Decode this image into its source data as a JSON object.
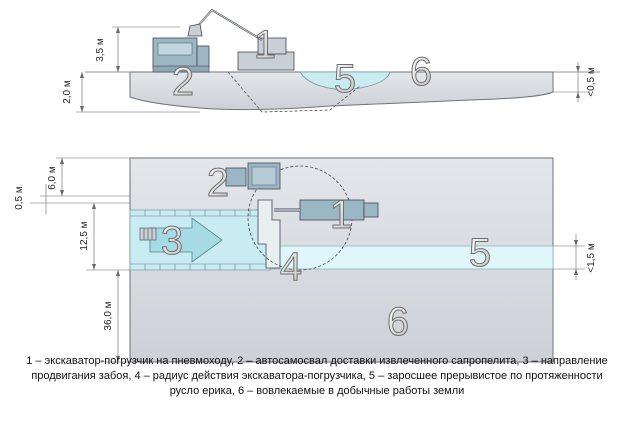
{
  "side_view": {
    "callouts": [
      "2",
      "1",
      "5",
      "6"
    ],
    "dims": {
      "height_excavator": "3,5 м",
      "depth": "2,0 м",
      "water_depth": "<0,5 м"
    }
  },
  "plan_view": {
    "callouts": [
      "2",
      "1",
      "3",
      "4",
      "5",
      "6"
    ],
    "dims": {
      "d1": "6,0 м",
      "d2": "0,5 м",
      "d3": "12,5 м",
      "d4": "36,0 м",
      "d5": "<1,5 м"
    }
  },
  "caption": "1 – экскаватор-погрузчик на пневмоходу, 2 – автосамосвал доставки извлеченного сапропелита, 3 – направление продвигания забоя, 4 – радиус действия экскаватора-погрузчика, 5 – заросшее прерывистое по протяженности русло ерика, 6 – вовлекаемые в добычные работы земли",
  "colors": {
    "ground": "#d3d7dd",
    "ground_stroke": "#6d737b",
    "water": "#c9ecf3",
    "channel": "#dff6fa",
    "callout_fill": "#e8e8e8",
    "callout_stroke": "#6f6f6f",
    "machine": "#9ab7c3"
  }
}
